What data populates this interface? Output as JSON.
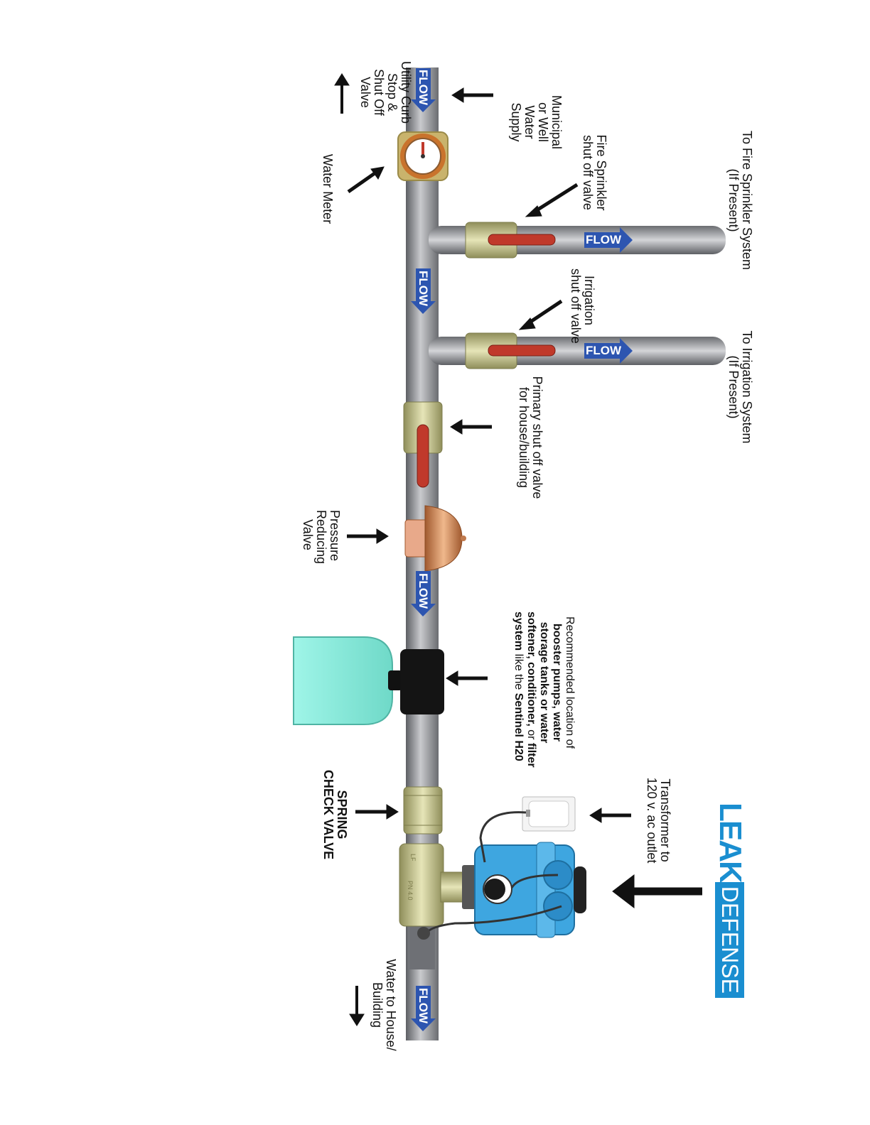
{
  "brand": {
    "leak": "LEAK",
    "defense": "DEFENSE"
  },
  "flow_label": "FLOW",
  "labels": {
    "fire_system": [
      "To Fire Sprinkler System",
      "(If Present)"
    ],
    "irrigation_system": [
      "To Irrigation System",
      "(If Present)"
    ],
    "fire_valve": [
      "Fire Sprinkler",
      "shut off valve"
    ],
    "irrigation_valve": [
      "Irrigation",
      "shut off valve"
    ],
    "municipal": [
      "Municipal",
      "or Well",
      "Water",
      "Supply"
    ],
    "curb_stop": [
      "Utility Curb",
      "Stop &",
      "Shut Off",
      "Valve"
    ],
    "water_meter": [
      "Water Meter"
    ],
    "primary_valve": [
      "Primary shut off valve",
      "for house/building"
    ],
    "prv": [
      "Pressure",
      "Reducing",
      "Valve"
    ],
    "recommended": {
      "l1": "Recommended location of",
      "l2": "booster pumps, water",
      "l3": "storage tanks or water",
      "l4a": "softener, conditioner,",
      "l4b": " or ",
      "l4c": "filter",
      "l5a": "system",
      "l5b": " like the ",
      "l5c": "Sentinel H20"
    },
    "spring_check": [
      "SPRING",
      "CHECK VALVE"
    ],
    "transformer": [
      "Transformer  to",
      "120 v. ac outlet"
    ],
    "water_to_house": [
      "Water to House/",
      "Building"
    ]
  },
  "colors": {
    "pipe": "#8e9096",
    "valve_body": "#c8c796",
    "handle": "#c0392b",
    "flow": "#2d55b0",
    "tank": "#8ff0e0",
    "brand": "#1a8ed0",
    "actuator": "#3ea6e0"
  }
}
